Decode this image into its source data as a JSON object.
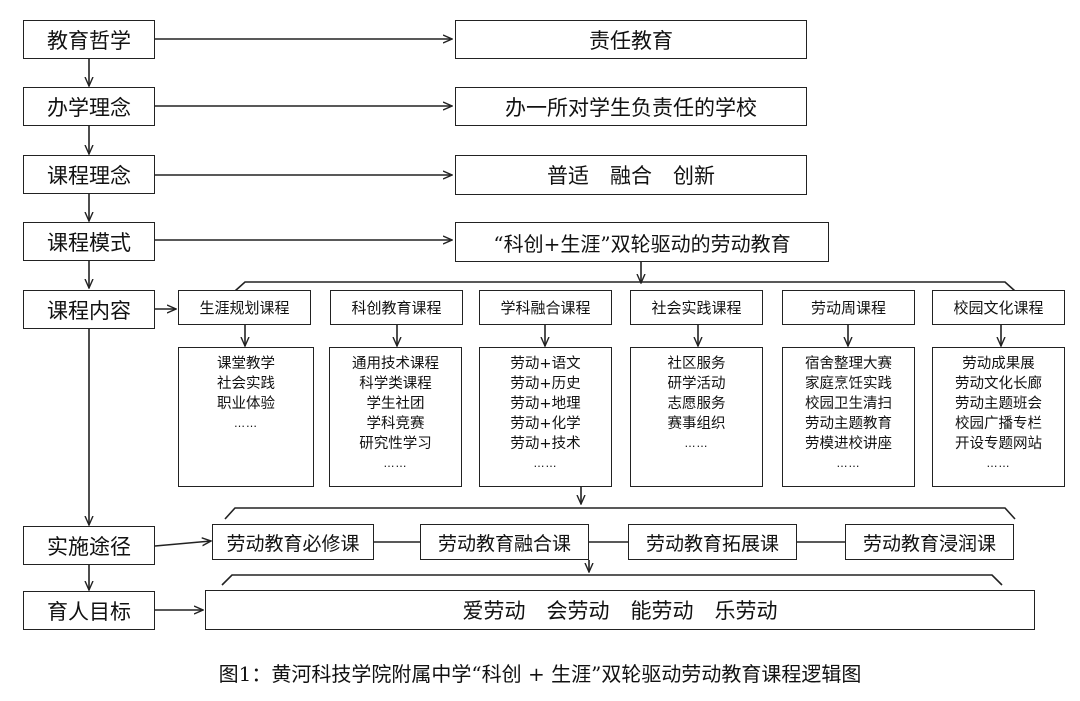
{
  "left_column": [
    "教育哲学",
    "办学理念",
    "课程理念",
    "课程模式",
    "课程内容",
    "实施途径",
    "育人目标"
  ],
  "right_column": {
    "philosophy": "责任教育",
    "concept": "办一所对学生负责任的学校",
    "curriculum_concept": "普适　融合　创新",
    "curriculum_mode": "“科创+生涯”双轮驱动的劳动教育"
  },
  "categories": [
    {
      "title": "生涯规划课程",
      "items": [
        "课堂教学",
        "社会实践",
        "职业体验",
        "……"
      ]
    },
    {
      "title": "科创教育课程",
      "items": [
        "通用技术课程",
        "科学类课程",
        "学生社团",
        "学科竞赛",
        "研究性学习",
        "……"
      ]
    },
    {
      "title": "学科融合课程",
      "items": [
        "劳动+语文",
        "劳动+历史",
        "劳动+地理",
        "劳动+化学",
        "劳动+技术",
        "……"
      ]
    },
    {
      "title": "社会实践课程",
      "items": [
        "社区服务",
        "研学活动",
        "志愿服务",
        "赛事组织",
        "……"
      ]
    },
    {
      "title": "劳动周课程",
      "items": [
        "宿舍整理大赛",
        "家庭烹饪实践",
        "校园卫生清扫",
        "劳动主题教育",
        "劳模进校讲座",
        "……"
      ]
    },
    {
      "title": "校园文化课程",
      "items": [
        "劳动成果展",
        "劳动文化长廊",
        "劳动主题班会",
        "校园广播专栏",
        "开设专题网站",
        "……"
      ]
    }
  ],
  "implementation": [
    "劳动教育必修课",
    "劳动教育融合课",
    "劳动教育拓展课",
    "劳动教育浸润课"
  ],
  "goal": "爱劳动　会劳动　能劳动　乐劳动",
  "caption": "图1：黄河科技学院附属中学“科创 + 生涯”双轮驱动劳动教育课程逻辑图"
}
